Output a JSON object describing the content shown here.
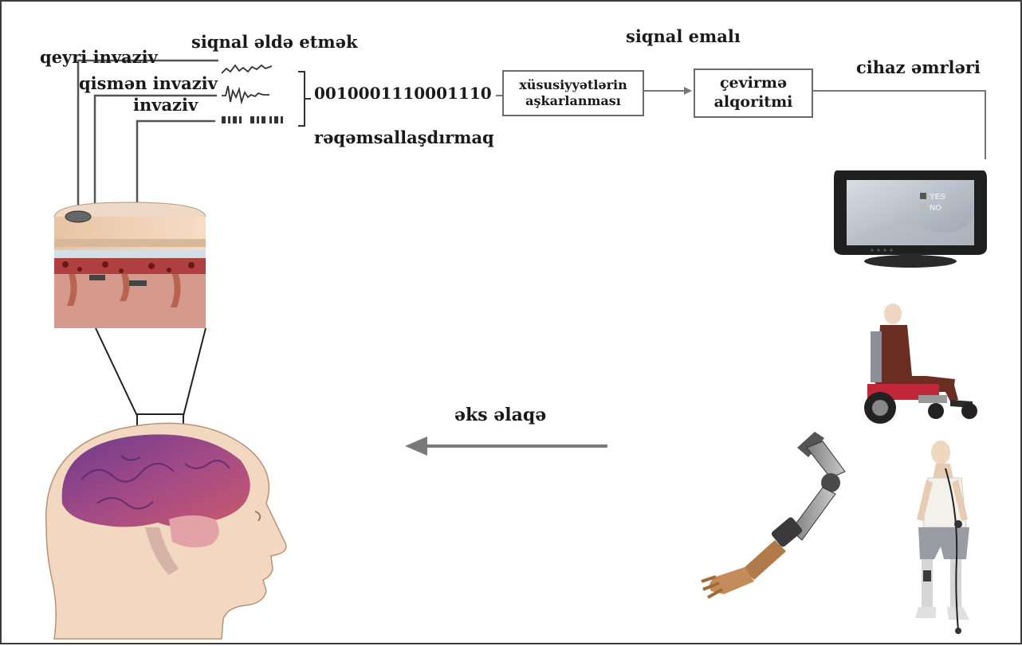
{
  "labels": {
    "acquisition": "siqnal əldə etmək",
    "processing": "siqnal emalı",
    "device_commands": "cihaz əmrləri",
    "non_invasive": "qeyri invaziv",
    "partially_invasive": "qismən invaziv",
    "invasive": "invaziv",
    "binary": "0010001110001110",
    "digitizing": "rəqəmsallaşdırmaq",
    "feedback": "əks əlaqə"
  },
  "boxes": {
    "feature_extraction": {
      "line1": "xüsusiyyətlərin",
      "line2": "aşkarlanması"
    },
    "translation": {
      "line1": "çevirmə",
      "line2": "alqoritmi"
    }
  },
  "monitor": {
    "yes": "YES",
    "no": "NO"
  },
  "colors": {
    "text": "#1a1a1a",
    "lines": "#555555",
    "arrow": "#7a7a7a",
    "brain": "#8a4a8a",
    "skin": "#f0d2b8",
    "monitor_body": "#1f1f1f",
    "chair": "#c0283a"
  }
}
